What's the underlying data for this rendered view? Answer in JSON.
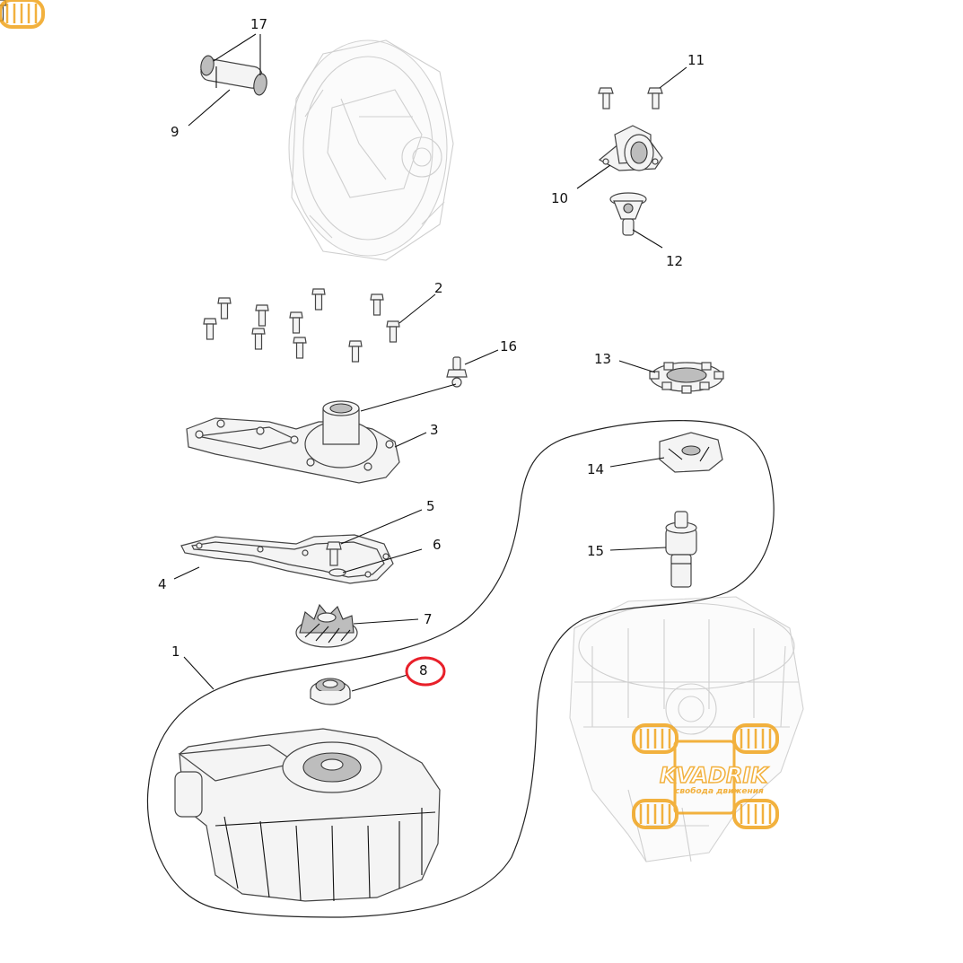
{
  "callouts": {
    "c1": "1",
    "c2": "2",
    "c3": "3",
    "c4": "4",
    "c5": "5",
    "c6": "6",
    "c7": "7",
    "c8": "8",
    "c9": "9",
    "c10": "10",
    "c11": "11",
    "c12": "12",
    "c13": "13",
    "c14": "14",
    "c15": "15",
    "c16": "16",
    "c17": "17"
  },
  "highlight": {
    "callout": "8",
    "color": "#e8202a"
  },
  "watermark": {
    "brand": "KVADRIK",
    "tagline": "свобода движения",
    "color": "#f0a31c"
  },
  "colors": {
    "line": "#111111",
    "part_fill": "#f4f4f4",
    "ghost": "#cfcfcf"
  }
}
